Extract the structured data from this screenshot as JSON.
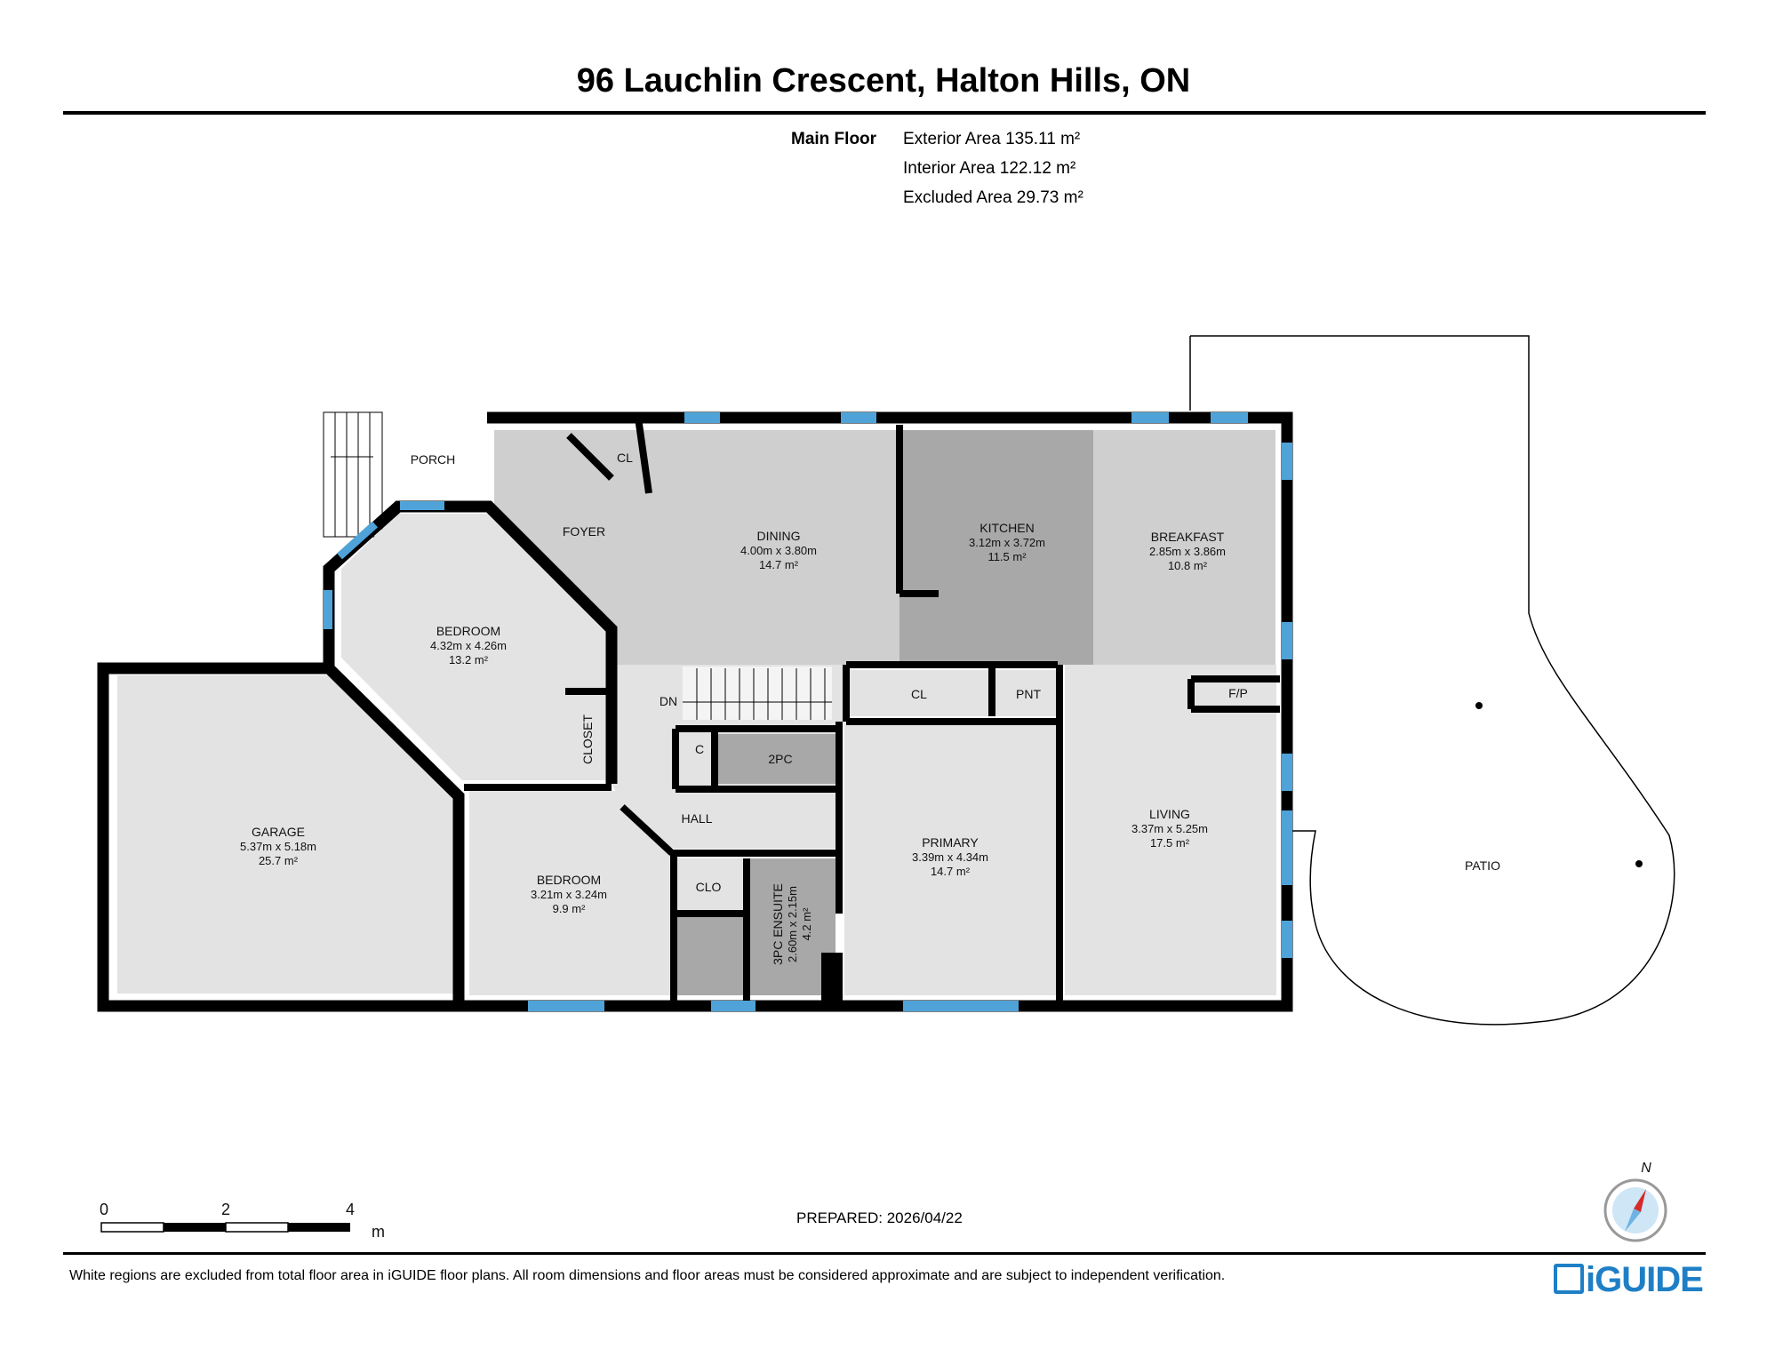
{
  "header": {
    "title": "96 Lauchlin Crescent, Halton Hills, ON"
  },
  "areas": {
    "floor_name": "Main Floor",
    "lines": [
      "Exterior Area 135.11 m²",
      "Interior Area 122.12 m²",
      "Excluded Area 29.73 m²"
    ]
  },
  "rooms": {
    "porch": {
      "name": "PORCH"
    },
    "foyer": {
      "name": "FOYER"
    },
    "cl_foyer": {
      "name": "CL"
    },
    "dining": {
      "name": "DINING",
      "dims": "4.00m x 3.80m",
      "area": "14.7 m²"
    },
    "kitchen": {
      "name": "KITCHEN",
      "dims": "3.12m x 3.72m",
      "area": "11.5 m²"
    },
    "breakfast": {
      "name": "BREAKFAST",
      "dims": "2.85m x 3.86m",
      "area": "10.8 m²"
    },
    "bedroom1": {
      "name": "BEDROOM",
      "dims": "4.32m x 4.26m",
      "area": "13.2 m²"
    },
    "garage": {
      "name": "GARAGE",
      "dims": "5.37m x 5.18m",
      "area": "25.7 m²"
    },
    "closet": {
      "name": "CLOSET"
    },
    "dn": {
      "name": "DN"
    },
    "cl_upper": {
      "name": "CL"
    },
    "pnt": {
      "name": "PNT"
    },
    "fp": {
      "name": "F/P"
    },
    "c": {
      "name": "C"
    },
    "twopc": {
      "name": "2PC"
    },
    "hall": {
      "name": "HALL"
    },
    "primary": {
      "name": "PRIMARY",
      "dims": "3.39m x 4.34m",
      "area": "14.7 m²"
    },
    "living": {
      "name": "LIVING",
      "dims": "3.37m x 5.25m",
      "area": "17.5 m²"
    },
    "bedroom2": {
      "name": "BEDROOM",
      "dims": "3.21m x 3.24m",
      "area": "9.9 m²"
    },
    "clo": {
      "name": "CLO"
    },
    "ensuite": {
      "name": "3PC ENSUITE",
      "dims": "2.60m x 2.15m",
      "area": "4.2 m²"
    },
    "patio": {
      "name": "PATIO"
    }
  },
  "scale_bar": {
    "ticks": [
      "0",
      "2",
      "4"
    ],
    "unit": "m"
  },
  "compass": {
    "label": "N"
  },
  "prepared": "PREPARED: 2026/04/22",
  "footer": {
    "note": "White regions are excluded from total floor area in iGUIDE floor plans. All room dimensions and floor areas must be considered approximate and are subject to independent verification.",
    "brand": "iGUIDE"
  },
  "colors": {
    "wall": "#000000",
    "window": "#4fa3d8",
    "room_light": "#e3e3e3",
    "room_mid": "#cfcfcf",
    "room_dark": "#a8a8a8",
    "brand": "#1f7fc6"
  }
}
